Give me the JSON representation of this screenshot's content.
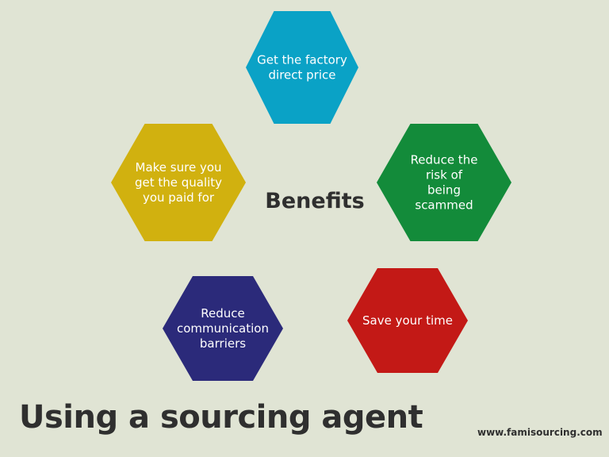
{
  "center_label": "Benefits",
  "benefits": [
    {
      "lines": [
        "Get the factory",
        "direct price"
      ],
      "color": "#0aa2c6"
    },
    {
      "lines": [
        "Reduce the",
        "risk of",
        "being",
        "scammed"
      ],
      "color": "#138b3a"
    },
    {
      "lines": [
        "Save your time"
      ],
      "color": "#c31916"
    },
    {
      "lines": [
        "Reduce",
        "communication",
        "barriers"
      ],
      "color": "#2b2a7a"
    },
    {
      "lines": [
        "Make sure you",
        "get the quality",
        "you paid for"
      ],
      "color": "#d1b10f"
    }
  ],
  "title": "Using a sourcing agent",
  "website": "www.famisourcing.com"
}
